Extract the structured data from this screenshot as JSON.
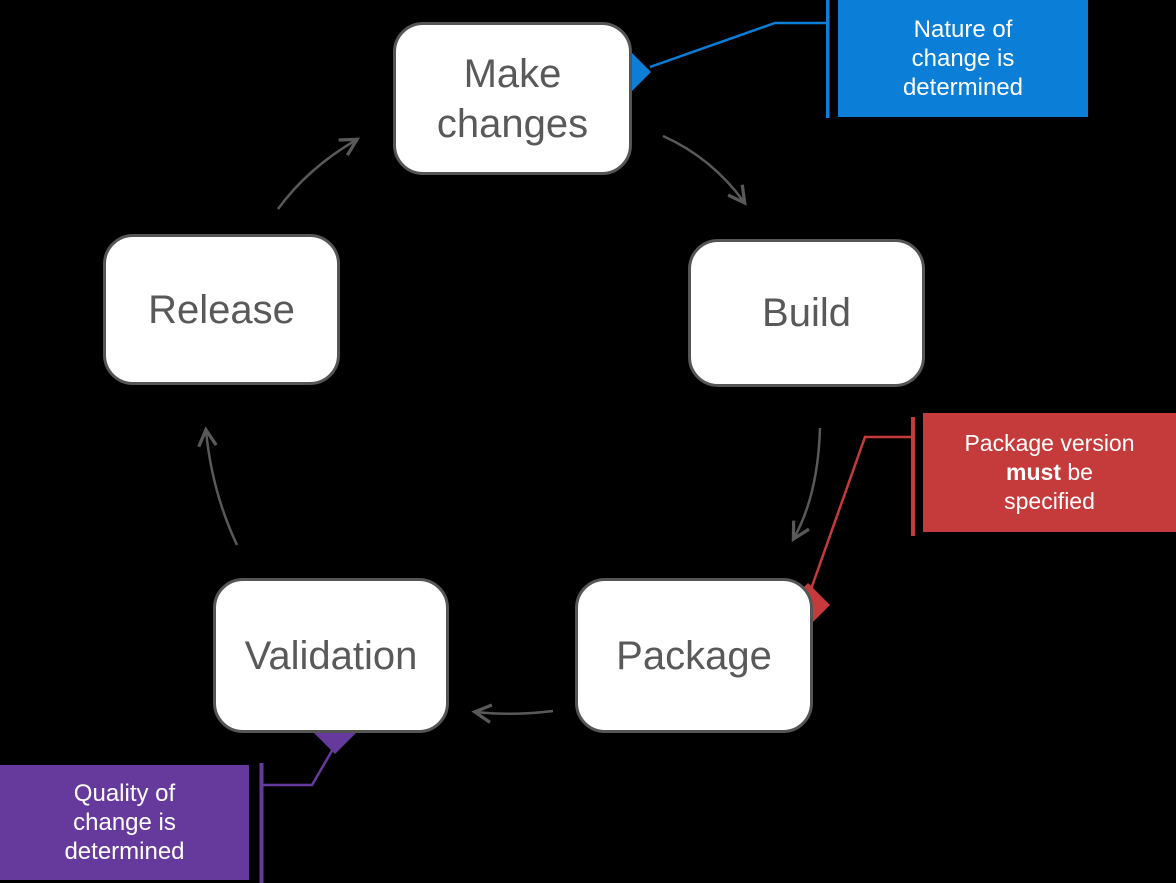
{
  "colors": {
    "background": "#000000",
    "node_fill": "#ffffff",
    "node_border": "#555555",
    "node_text": "#595959",
    "arrow_gray": "#595959",
    "accent_blue": "#0b7ed8",
    "accent_red": "#c53b3c",
    "accent_purple": "#663a9d",
    "callout_text": "#ffffff"
  },
  "diagram": {
    "nodes": {
      "make_changes": "Make changes",
      "build": "Build",
      "package": "Package",
      "validation": "Validation",
      "release": "Release"
    },
    "edges": [
      {
        "from": "Make changes",
        "to": "Build"
      },
      {
        "from": "Build",
        "to": "Package"
      },
      {
        "from": "Package",
        "to": "Validation"
      },
      {
        "from": "Validation",
        "to": "Release"
      },
      {
        "from": "Release",
        "to": "Make changes"
      }
    ],
    "callouts": {
      "nature": {
        "lines": [
          "Nature of",
          "change is",
          "determined"
        ],
        "attached_to": "Make changes",
        "color": "#0b7ed8"
      },
      "package_version": {
        "line1": "Package version",
        "bold_word": "must",
        "line2_rest": " be",
        "line3": "specified",
        "attached_to": "Package",
        "color": "#c53b3c"
      },
      "quality": {
        "lines": [
          "Quality of",
          "change is",
          "determined"
        ],
        "attached_to": "Validation",
        "color": "#663a9d"
      }
    }
  }
}
